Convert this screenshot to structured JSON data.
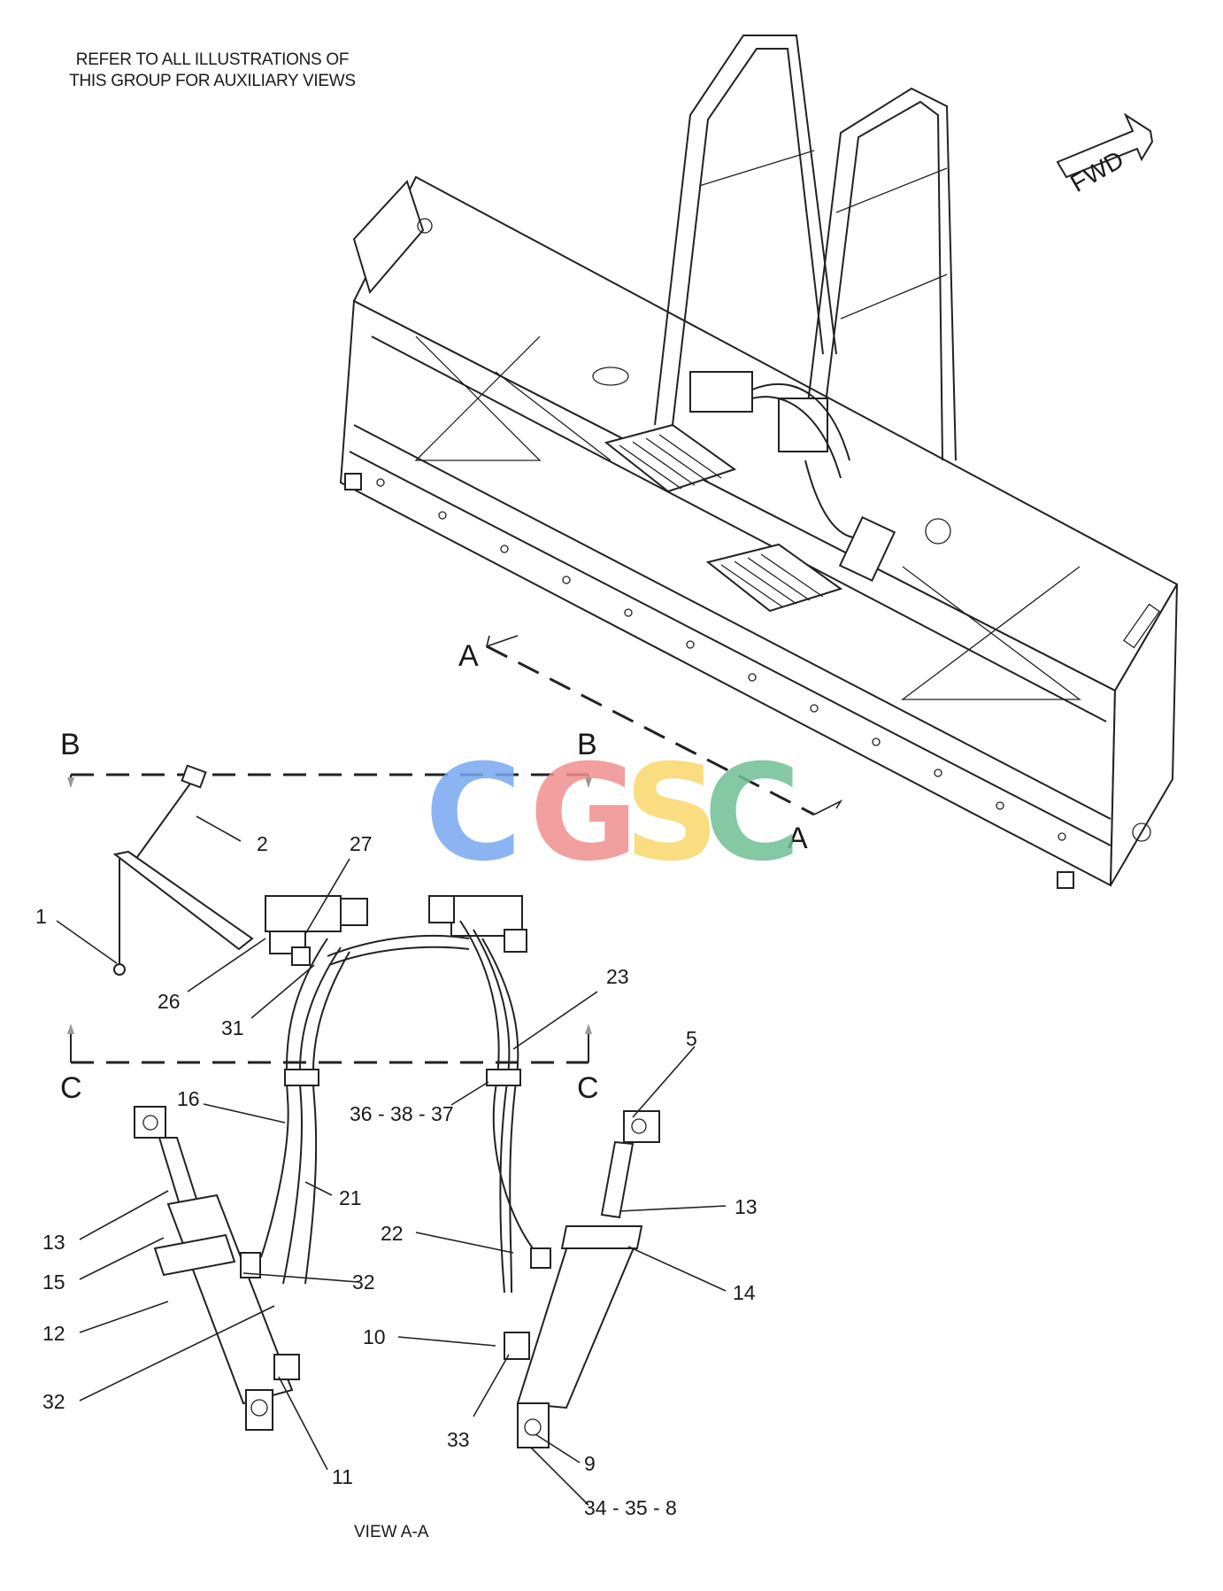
{
  "note": {
    "line1": "REFER TO ALL ILLUSTRATIONS OF",
    "line2": "THIS GROUP FOR AUXILIARY VIEWS"
  },
  "direction_label": "FWD",
  "view_label": "VIEW A-A",
  "section_markers": {
    "a_top": "A",
    "a_bottom": "A",
    "b_left": "B",
    "b_right": "B",
    "c_left": "C",
    "c_right": "C"
  },
  "watermark": {
    "letters": [
      "C",
      "G",
      "S",
      "C"
    ],
    "colors": [
      "#7aa7f0",
      "#f08f8f",
      "#f8d86a",
      "#6fbf95"
    ]
  },
  "callouts": {
    "c1": "1",
    "c2": "2",
    "c27": "27",
    "c26": "26",
    "c31": "31",
    "c23": "23",
    "c5": "5",
    "c16": "16",
    "c36": "36 - 38 - 37",
    "c21": "21",
    "c13a": "13",
    "c13b": "13",
    "c15": "15",
    "c22": "22",
    "c32a": "32",
    "c14": "14",
    "c12": "12",
    "c10": "10",
    "c32b": "32",
    "c33": "33",
    "c11": "11",
    "c9": "9",
    "c34": "34 - 35 - 8"
  }
}
